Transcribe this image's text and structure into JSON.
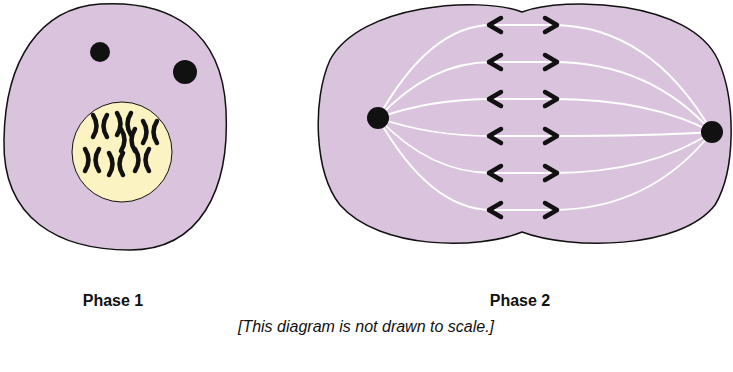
{
  "diagram": {
    "caption": "[This diagram is not drawn to scale.]",
    "labels": [
      "Phase 1",
      "Phase 2"
    ]
  }
}
